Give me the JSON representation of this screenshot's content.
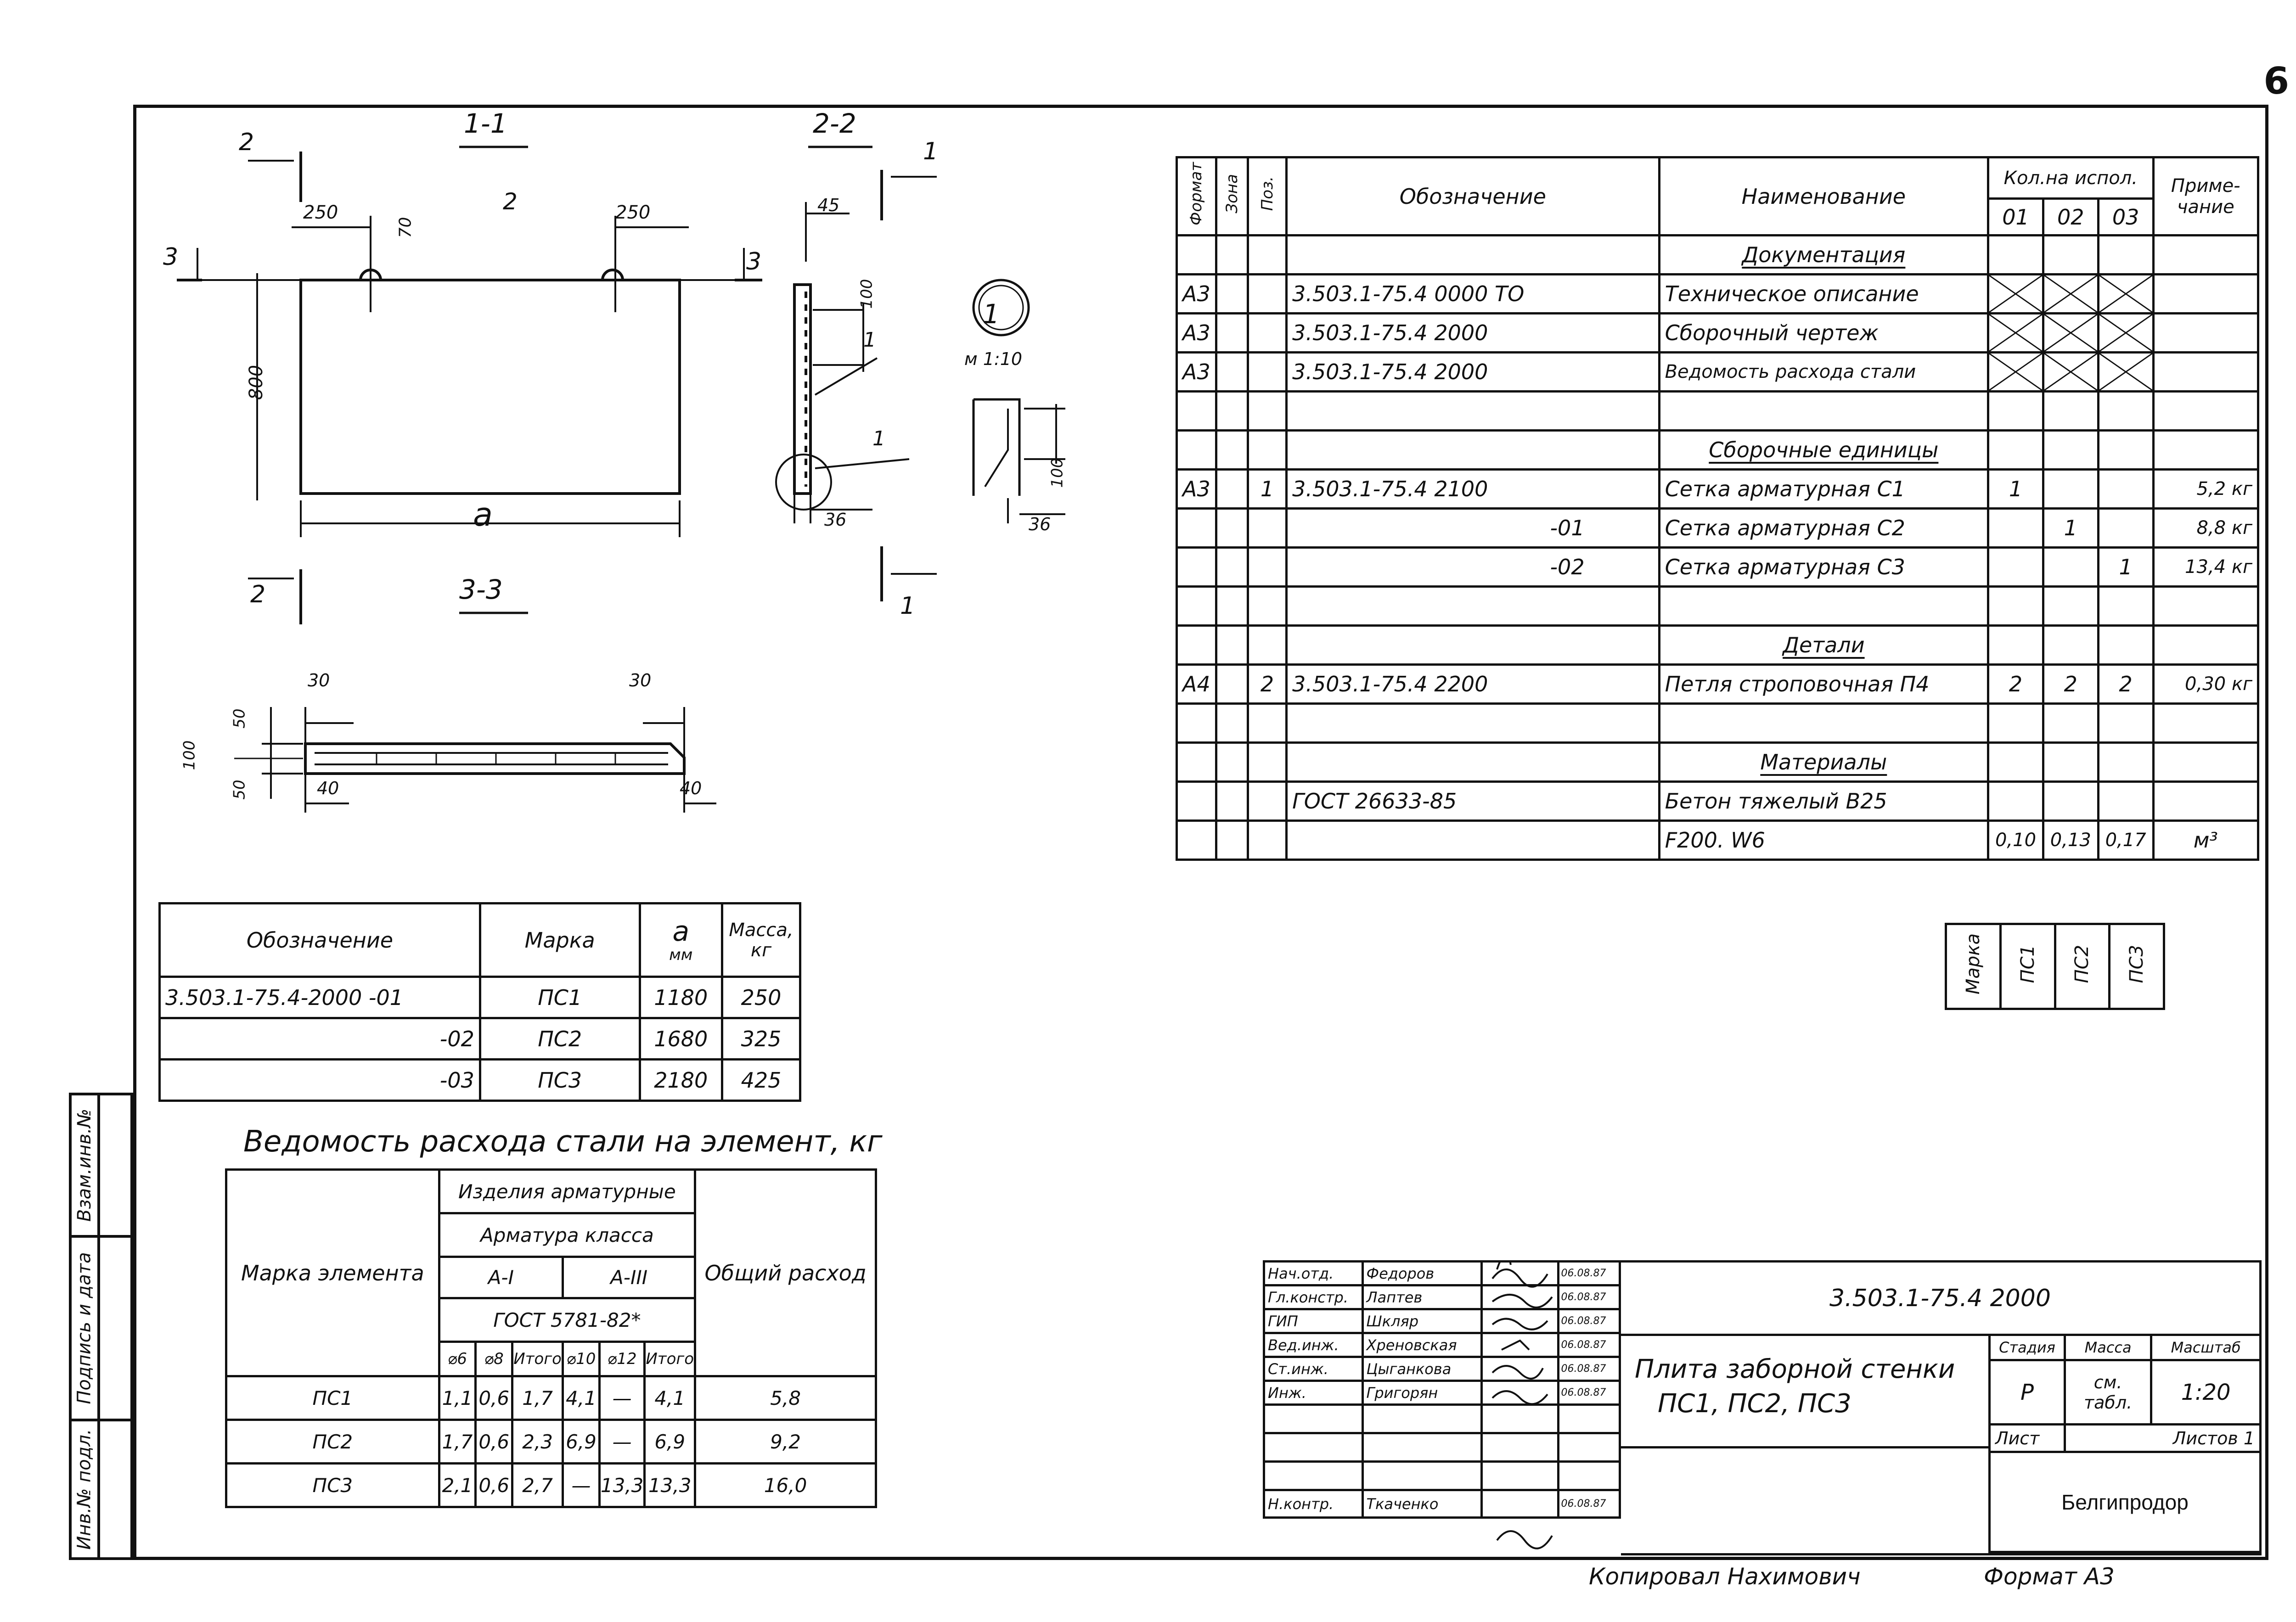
{
  "page_number": "6",
  "drawing": {
    "section_11": "1-1",
    "section_22": "2-2",
    "section_33": "3-3",
    "mark_2": "2",
    "mark_3": "3",
    "mark_1": "1",
    "dim_250": "250",
    "dim_70": "70",
    "dim_800": "800",
    "dim_a": "a",
    "dim_45": "45",
    "dim_100": "100",
    "dim_36": "36",
    "dim_30": "30",
    "dim_50": "50",
    "dim_40": "40",
    "node_label": "1",
    "node_scale": "м 1:10"
  },
  "spec": {
    "headers": {
      "format": "Формат",
      "zone": "Зона",
      "pos": "Поз.",
      "designation": "Обозначение",
      "name": "Наименование",
      "qty": "Кол.на испол.",
      "q01": "01",
      "q02": "02",
      "q03": "03",
      "note": "Приме-чание"
    },
    "section_docs": "Документация",
    "section_units": "Сборочные единицы",
    "section_details": "Детали",
    "section_materials": "Материалы",
    "rows_docs": [
      {
        "format": "А3",
        "designation": "3.503.1-75.4 0000 ТО",
        "name": "Техническое описание"
      },
      {
        "format": "А3",
        "designation": "3.503.1-75.4 2000",
        "name": "Сборочный чертеж"
      },
      {
        "format": "А3",
        "designation": "3.503.1-75.4 2000",
        "name": "Ведомость расхода стали"
      }
    ],
    "rows_units": [
      {
        "format": "А3",
        "pos": "1",
        "designation": "3.503.1-75.4 2100",
        "name": "Сетка арматурная С1",
        "q01": "1",
        "q02": "",
        "q03": "",
        "note": "5,2 кг"
      },
      {
        "format": "",
        "pos": "",
        "designation": "-01",
        "name": "Сетка арматурная С2",
        "q01": "",
        "q02": "1",
        "q03": "",
        "note": "8,8 кг"
      },
      {
        "format": "",
        "pos": "",
        "designation": "-02",
        "name": "Сетка арматурная С3",
        "q01": "",
        "q02": "",
        "q03": "1",
        "note": "13,4 кг"
      }
    ],
    "rows_details": [
      {
        "format": "А4",
        "pos": "2",
        "designation": "3.503.1-75.4 2200",
        "name": "Петля строповочная П4",
        "q01": "2",
        "q02": "2",
        "q03": "2",
        "note": "0,30 кг"
      }
    ],
    "rows_materials": [
      {
        "designation": "ГОСТ 26633-85",
        "name": "Бетон тяжелый В25",
        "q01": "",
        "q02": "",
        "q03": "",
        "note": ""
      },
      {
        "designation": "",
        "name": "F200. W6",
        "q01": "0,10",
        "q02": "0,13",
        "q03": "0,17",
        "note": "м³"
      }
    ],
    "marka_label": "Марка",
    "marka_values": [
      "ПС1",
      "ПС2",
      "ПС3"
    ]
  },
  "marks_table": {
    "headers": {
      "designation": "Обозначение",
      "marka": "Марка",
      "a": "a",
      "a_unit": "мм",
      "mass": "Масса,",
      "mass_unit": "кг"
    },
    "rows": [
      {
        "designation": "3.503.1-75.4-2000 -01",
        "marka": "ПС1",
        "a": "1180",
        "mass": "250"
      },
      {
        "designation": "-02",
        "marka": "ПС2",
        "a": "1680",
        "mass": "325"
      },
      {
        "designation": "-03",
        "marka": "ПС3",
        "a": "2180",
        "mass": "425"
      }
    ]
  },
  "steel_table": {
    "title": "Ведомость расхода стали на элемент, кг",
    "h_marka": "Марка элемента",
    "h_items": "Изделия арматурные",
    "h_class": "Арматура класса",
    "h_a1": "А-I",
    "h_a3": "А-III",
    "h_gost": "ГОСТ 5781-82*",
    "h_total": "Общий расход",
    "h_d6": "⌀6",
    "h_d8": "⌀8",
    "h_itog1": "Итого",
    "h_d10": "⌀10",
    "h_d12": "⌀12",
    "h_itog2": "Итого",
    "rows": [
      {
        "marka": "ПС1",
        "d6": "1,1",
        "d8": "0,6",
        "it1": "1,7",
        "d10": "4,1",
        "d12": "—",
        "it2": "4,1",
        "total": "5,8"
      },
      {
        "marka": "ПС2",
        "d6": "1,7",
        "d8": "0,6",
        "it1": "2,3",
        "d10": "6,9",
        "d12": "—",
        "it2": "6,9",
        "total": "9,2"
      },
      {
        "marka": "ПС3",
        "d6": "2,1",
        "d8": "0,6",
        "it1": "2,7",
        "d10": "—",
        "d12": "13,3",
        "it2": "13,3",
        "total": "16,0"
      }
    ]
  },
  "title_block": {
    "code": "3.503.1-75.4 2000",
    "title_line1": "Плита заборной стенки",
    "title_line2": "ПС1, ПС2, ПС3",
    "stage_label": "Стадия",
    "mass_label": "Масса",
    "scale_label": "Масштаб",
    "stage": "Р",
    "mass": "см. табл.",
    "scale": "1:20",
    "sheet_label": "Лист",
    "sheets_label": "Листов 1",
    "org": "Белгипродор",
    "people": [
      {
        "role": "Нач.отд.",
        "name": "Федоров",
        "date": "06.08.87"
      },
      {
        "role": "Гл.констр.",
        "name": "Лаптев",
        "date": "06.08.87"
      },
      {
        "role": "ГИП",
        "name": "Шкляр",
        "date": "06.08.87"
      },
      {
        "role": "Вед.инж.",
        "name": "Хреновская",
        "date": "06.08.87"
      },
      {
        "role": "Ст.инж.",
        "name": "Цыганкова",
        "date": "06.08.87"
      },
      {
        "role": "Инж.",
        "name": "Григорян",
        "date": "06.08.87"
      }
    ],
    "norm_role": "Н.контр.",
    "norm_name": "Ткаченко",
    "norm_date": "06.08.87",
    "copied": "Копировал Нахимович",
    "format": "Формат А3"
  },
  "sidebar": {
    "inv": "Инв.№ подл.",
    "sign": "Подпись и дата",
    "vzam": "Взам.инв.№"
  }
}
